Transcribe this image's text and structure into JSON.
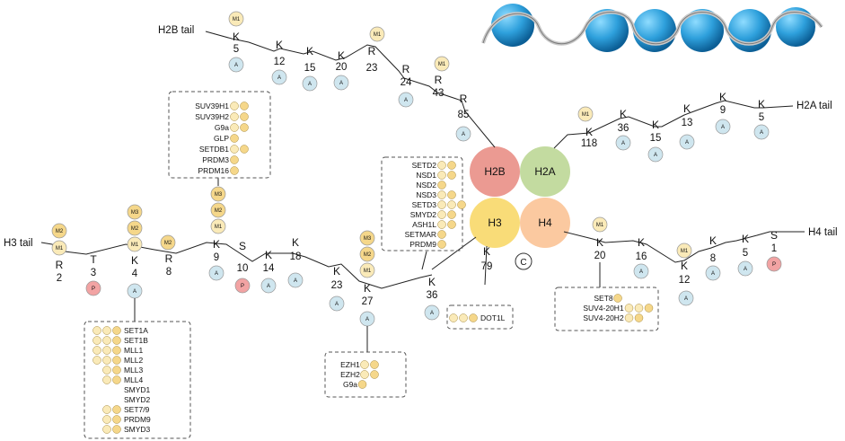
{
  "tails": {
    "h2b": "H2B tail",
    "h2a": "H2A tail",
    "h3": "H3 tail",
    "h4": "H4 tail"
  },
  "core": {
    "h2b": "H2B",
    "h2a": "H2A",
    "h3": "H3",
    "h4": "H4",
    "c": "C"
  },
  "marks": {
    "m1": "M1",
    "m2": "M2",
    "m3": "M3",
    "ac": "A",
    "ph": "P"
  },
  "residues": {
    "h2b": [
      {
        "aa": "K",
        "pos": "5"
      },
      {
        "aa": "K",
        "pos": "12"
      },
      {
        "aa": "K",
        "pos": "15"
      },
      {
        "aa": "K",
        "pos": "20"
      },
      {
        "aa": "R",
        "pos": "23"
      },
      {
        "aa": "R",
        "pos": "24"
      },
      {
        "aa": "R",
        "pos": "43"
      },
      {
        "aa": "R",
        "pos": "85"
      }
    ],
    "h2a": [
      {
        "aa": "K",
        "pos": "118"
      },
      {
        "aa": "K",
        "pos": "36"
      },
      {
        "aa": "K",
        "pos": "15"
      },
      {
        "aa": "K",
        "pos": "13"
      },
      {
        "aa": "K",
        "pos": "9"
      },
      {
        "aa": "K",
        "pos": "5"
      }
    ],
    "h3": [
      {
        "aa": "R",
        "pos": "2"
      },
      {
        "aa": "T",
        "pos": "3"
      },
      {
        "aa": "K",
        "pos": "4"
      },
      {
        "aa": "R",
        "pos": "8"
      },
      {
        "aa": "K",
        "pos": "9"
      },
      {
        "aa": "S",
        "pos": "10"
      },
      {
        "aa": "K",
        "pos": "14"
      },
      {
        "aa": "K",
        "pos": "18"
      },
      {
        "aa": "K",
        "pos": "23"
      },
      {
        "aa": "K",
        "pos": "27"
      },
      {
        "aa": "K",
        "pos": "36"
      },
      {
        "aa": "K",
        "pos": "79"
      }
    ],
    "h4": [
      {
        "aa": "K",
        "pos": "20"
      },
      {
        "aa": "K",
        "pos": "16"
      },
      {
        "aa": "K",
        "pos": "12"
      },
      {
        "aa": "K",
        "pos": "8"
      },
      {
        "aa": "K",
        "pos": "5"
      },
      {
        "aa": "S",
        "pos": "1"
      }
    ]
  },
  "enzymes": {
    "k9": [
      "SUV39H1",
      "SUV39H2",
      "G9a",
      "GLP",
      "SETDB1",
      "PRDM3",
      "PRDM16"
    ],
    "k36": [
      "SETD2",
      "NSD1",
      "NSD2",
      "NSD3",
      "SETD3",
      "SMYD2",
      "ASH1L",
      "SETMAR",
      "PRDM9"
    ],
    "k4": [
      "SET1A",
      "SET1B",
      "MLL1",
      "MLL2",
      "MLL3",
      "MLL4",
      "SMYD1",
      "SMYD2",
      "SET7/9",
      "PRDM9",
      "SMYD3"
    ],
    "k27": [
      "EZH1",
      "EZH2",
      "G9a"
    ],
    "k79": [
      "DOT1L"
    ],
    "h4k20": [
      "SET8",
      "SUV4-20H1",
      "SUV4-20H2"
    ]
  },
  "colors": {
    "methyl": "#f5d78a",
    "methyl_light": "#faeab8",
    "acetyl": "#cfe6ef",
    "phospho": "#f2a3a3",
    "h2b": "#eb9a92",
    "h2a": "#c3dba0",
    "h3": "#f9dc78",
    "h4": "#fbc9a0",
    "nucleosome": "#2ea0dc"
  }
}
